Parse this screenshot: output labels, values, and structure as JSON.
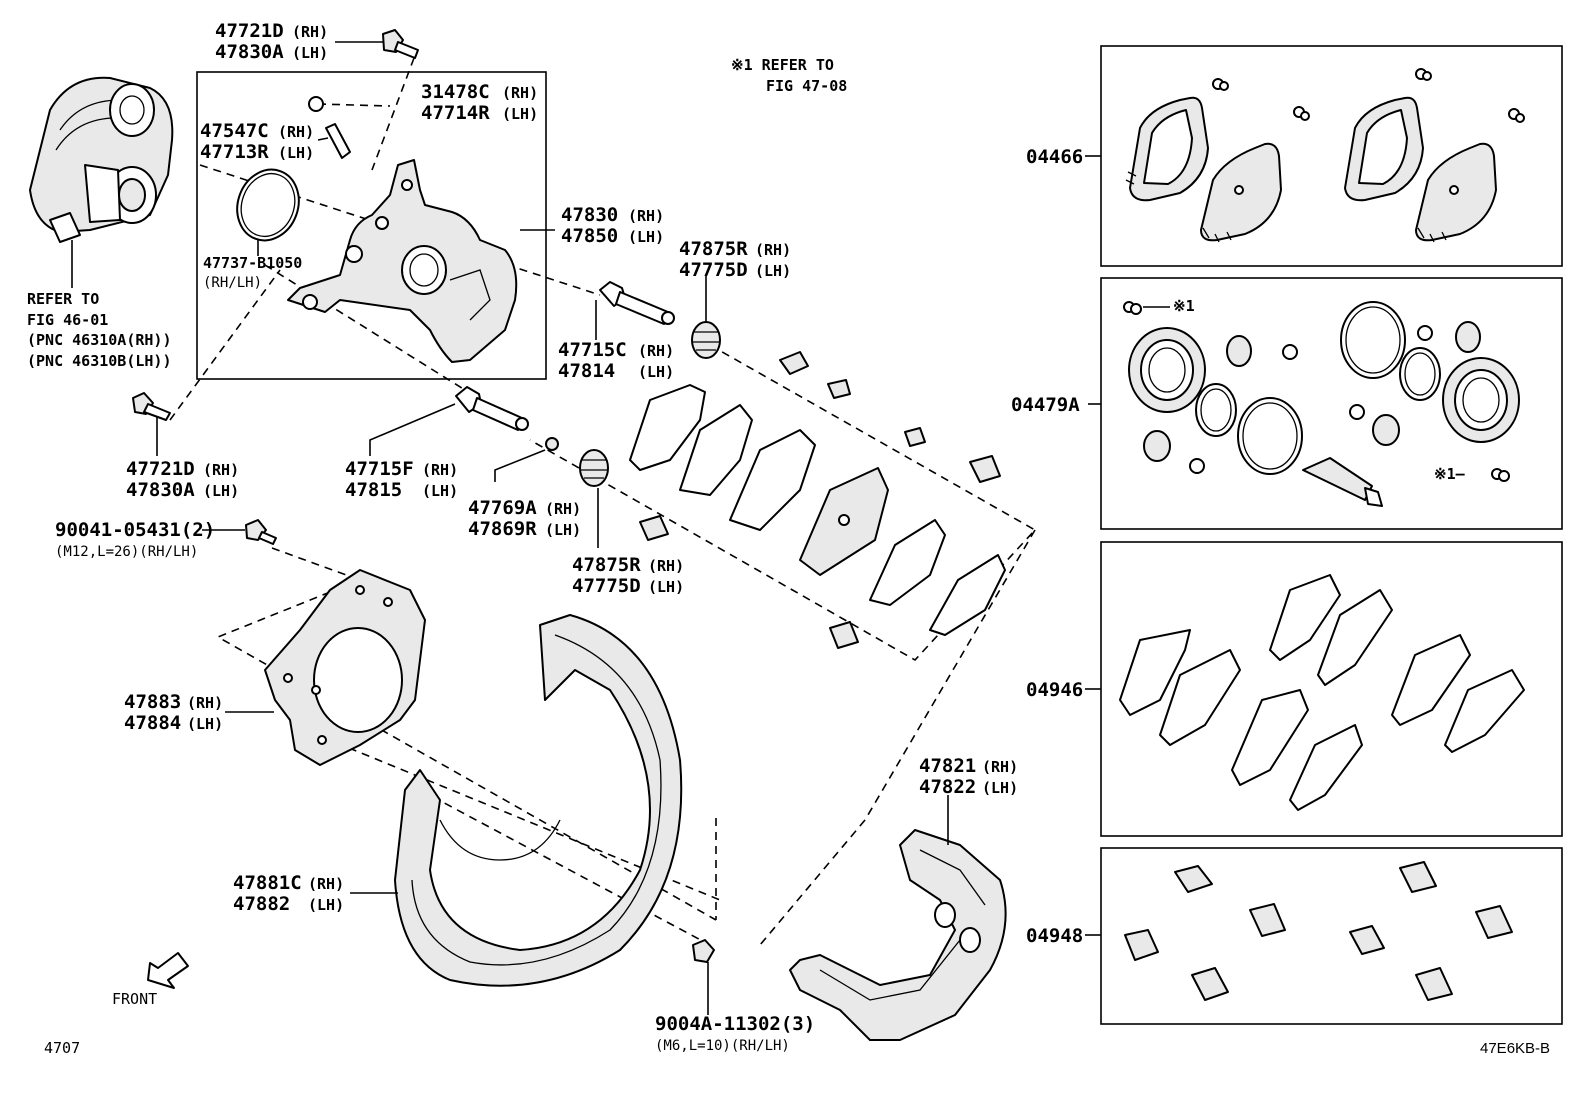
{
  "callouts": {
    "bolt_top_rh": "47721D",
    "bolt_top_rh_side": "(RH)",
    "bolt_top_lh": "47830A",
    "bolt_top_lh_side": "(LH)",
    "cap_rh": "31478C",
    "cap_rh_side": "(RH)",
    "cap_lh": "47714R",
    "cap_lh_side": "(LH)",
    "bleeder_rh": "47547C",
    "bleeder_rh_side": "(RH)",
    "bleeder_lh": "47713R",
    "bleeder_lh_side": "(LH)",
    "seal": "47737-B1050",
    "seal_side": "(RH/LH)",
    "caliper_rh": "47830",
    "caliper_rh_side": "(RH)",
    "caliper_lh": "47850",
    "caliper_lh_side": "(LH)",
    "boot_top_rh": "47875R",
    "boot_top_rh_side": "(RH)",
    "boot_top_lh": "47775D",
    "boot_top_lh_side": "(LH)",
    "pin_top_rh": "47715C",
    "pin_top_rh_side": "(RH)",
    "pin_top_lh": "47814",
    "pin_top_lh_side": "(LH)",
    "bolt_bot_rh": "47721D",
    "bolt_bot_rh_side": "(RH)",
    "bolt_bot_lh": "47830A",
    "bolt_bot_lh_side": "(LH)",
    "pin_bot_rh": "47715F",
    "pin_bot_rh_side": "(RH)",
    "pin_bot_lh": "47815",
    "pin_bot_lh_side": "(LH)",
    "bush_rh": "47769A",
    "bush_rh_side": "(RH)",
    "bush_lh": "47869R",
    "bush_lh_side": "(LH)",
    "boot_bot_rh": "47875R",
    "boot_bot_rh_side": "(RH)",
    "boot_bot_lh": "47775D",
    "boot_bot_lh_side": "(LH)",
    "mount_bolt": "90041-05431(2)",
    "mount_bolt_spec": "(M12,L=26)(RH/LH)",
    "backing_rh": "47883",
    "backing_rh_side": "(RH)",
    "backing_lh": "47884",
    "backing_lh_side": "(LH)",
    "shield_rh": "47881C",
    "shield_rh_side": "(RH)",
    "shield_lh": "47882",
    "shield_lh_side": "(LH)",
    "mounting_rh": "47821",
    "mounting_rh_side": "(RH)",
    "mounting_lh": "47822",
    "mounting_lh_side": "(LH)",
    "screw": "9004A-11302(3)",
    "screw_spec": "(M6,L=10)(RH/LH)"
  },
  "refer_motor": {
    "line1": "REFER TO",
    "line2": "FIG 46-01",
    "line3": "(PNC 46310A(RH))",
    "line4": "(PNC 46310B(LH))"
  },
  "refer_note": {
    "line1": "※1 REFER TO",
    "line2": "FIG 47-08"
  },
  "kits": [
    {
      "code": "04466"
    },
    {
      "code": "04479A",
      "ref1": "※1",
      "ref2": "※1—"
    },
    {
      "code": "04946"
    },
    {
      "code": "04948"
    }
  ],
  "front_label": "FRONT",
  "page_number": "4707",
  "figure_code": "47E6KB-B"
}
